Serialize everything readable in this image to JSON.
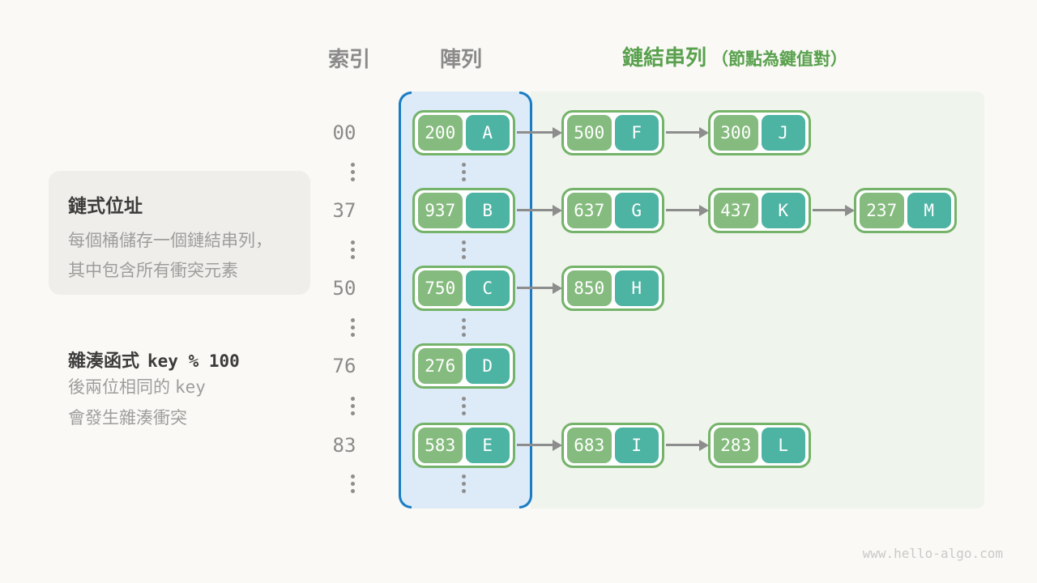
{
  "page": {
    "watermark": "www.hello-algo.com"
  },
  "headers": {
    "index": "索引",
    "array": "陣列",
    "linked_list": "鏈結串列",
    "linked_list_note": "（節點為鍵值對）"
  },
  "info_box": {
    "title": "鏈式位址",
    "line1": "每個桶儲存一個鏈結串列，",
    "line2": "其中包含所有衝突元素"
  },
  "hash_note": {
    "label": "雜湊函式",
    "formula": "key % 100",
    "line1_prefix": "後兩位相同的",
    "line1_code": "key",
    "line2": "會發生雜湊衝突"
  },
  "rows": [
    {
      "index": "00",
      "bucket": {
        "key": "200",
        "value": "A"
      },
      "chain": [
        {
          "key": "500",
          "value": "F"
        },
        {
          "key": "300",
          "value": "J"
        }
      ]
    },
    {
      "index": "37",
      "bucket": {
        "key": "937",
        "value": "B"
      },
      "chain": [
        {
          "key": "637",
          "value": "G"
        },
        {
          "key": "437",
          "value": "K"
        },
        {
          "key": "237",
          "value": "M"
        }
      ]
    },
    {
      "index": "50",
      "bucket": {
        "key": "750",
        "value": "C"
      },
      "chain": [
        {
          "key": "850",
          "value": "H"
        }
      ]
    },
    {
      "index": "76",
      "bucket": {
        "key": "276",
        "value": "D"
      },
      "chain": []
    },
    {
      "index": "83",
      "bucket": {
        "key": "583",
        "value": "E"
      },
      "chain": [
        {
          "key": "683",
          "value": "I"
        },
        {
          "key": "283",
          "value": "L"
        }
      ]
    }
  ],
  "colors": {
    "page_bg": "#faf9f5",
    "list_fill": "#eff4ec",
    "array_fill": "#dcebf7",
    "array_border": "#1a7cc4",
    "node_border": "#74b369",
    "key_green": "#85bb7e",
    "value_teal": "#4db3a3",
    "header_green": "#59a14e",
    "gray_text": "#8a8a8a",
    "dark_text": "#3c3c3c",
    "body_gray": "#9d9d9d",
    "arrow_gray": "#8d8d8d",
    "dots_gray": "#8e8e8e",
    "box_bg": "#efeeea",
    "watermark_gray": "#c9c9c9"
  }
}
